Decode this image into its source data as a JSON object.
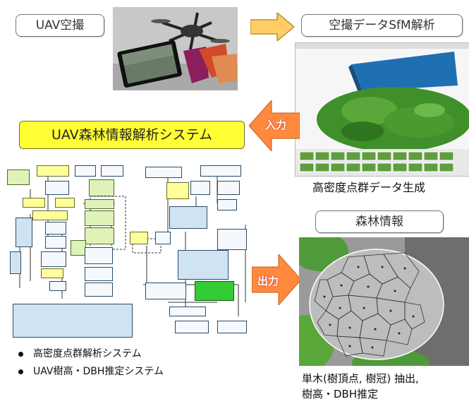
{
  "labels": {
    "uav_capture": "UAV空撮",
    "sfm_analysis": "空撮データSfM解析",
    "system_title": "UAV森林情報解析システム",
    "point_cloud_caption": "高密度点群データ生成",
    "forest_info": "森林情報",
    "arrow_input": "入力",
    "arrow_output": "出力",
    "extraction_caption_line1": "単木(樹頂点, 樹冠) 抽出,",
    "extraction_caption_line2": "樹高・DBH推定"
  },
  "bullets": [
    "高密度点群解析システム",
    "UAV樹高・DBH推定システム"
  ],
  "colors": {
    "title_fill": "#ffff33",
    "arrow_fill": "#ff8a3d",
    "yellow_arrow": "#ffcc66",
    "sky": "#1f6fb3",
    "canopy": "#3f8f2a"
  }
}
